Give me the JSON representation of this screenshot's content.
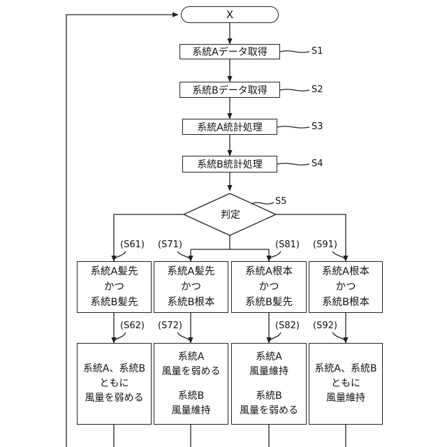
{
  "terminal": "X",
  "steps": [
    {
      "text": "系統Aデータ取得",
      "ref": "S1"
    },
    {
      "text": "系統Bデータ取得",
      "ref": "S2"
    },
    {
      "text": "系統A統計処理",
      "ref": "S3"
    },
    {
      "text": "系統B統計処理",
      "ref": "S4"
    }
  ],
  "decision": {
    "text": "判定",
    "ref": "S5"
  },
  "branches": [
    {
      "ref": "(S61)",
      "lines": [
        "系統A髪先",
        "かつ",
        "系統B髪先"
      ]
    },
    {
      "ref": "(S71)",
      "lines": [
        "系統A髪先",
        "かつ",
        "系統B根本"
      ]
    },
    {
      "ref": "(S81)",
      "lines": [
        "系統A根本",
        "かつ",
        "系統B髪先"
      ]
    },
    {
      "ref": "(S91)",
      "lines": [
        "系統A根本",
        "かつ",
        "系統B根本"
      ]
    }
  ],
  "actions": [
    {
      "ref": "(S62)",
      "lines": [
        "系統A、系統B",
        "ともに",
        "風量を弱める"
      ]
    },
    {
      "ref": "(S72)",
      "lines": [
        "系統A",
        "風量を弱める",
        "",
        "系統B",
        "風量維持"
      ]
    },
    {
      "ref": "(S82)",
      "lines": [
        "系統A",
        "風量維持",
        "",
        "系統B",
        "風量を弱める"
      ]
    },
    {
      "ref": "(S92)",
      "lines": [
        "系統A、系統B",
        "ともに",
        "風量維持"
      ]
    }
  ]
}
